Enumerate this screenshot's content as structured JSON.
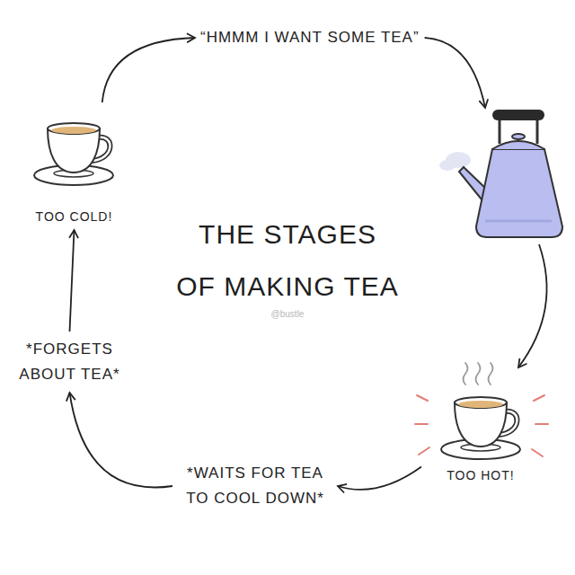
{
  "diagram": {
    "title": "THE STAGES OF MAKING TEA",
    "nodes": [
      {
        "text": [
          "“HMMM I WANT SOME TEA”"
        ]
      },
      {
        "text": [
          "TOO HOT!"
        ]
      },
      {
        "text": [
          "*WAITS FOR TEA TO COOL DOWN*"
        ]
      },
      {
        "text": [
          "*FORGETS ABOUT TEA*"
        ]
      },
      {
        "text": [
          "TOO COLD!"
        ]
      }
    ],
    "edges": [
      {
        "from": 0,
        "to": 1,
        "arrow": "to"
      },
      {
        "from": 1,
        "to": 2,
        "arrow": "to"
      },
      {
        "from": 2,
        "to": 3,
        "arrow": "to"
      },
      {
        "from": 3,
        "to": 4,
        "arrow": "to"
      },
      {
        "from": 4,
        "to": 0,
        "arrow": "to"
      }
    ],
    "labels": [
      "@bustle"
    ]
  }
}
